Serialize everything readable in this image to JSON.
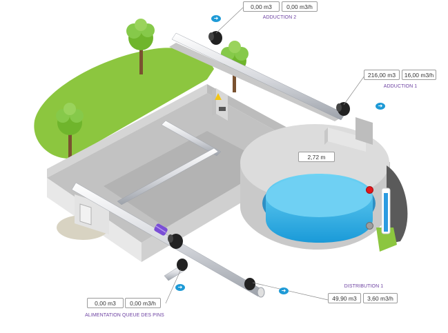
{
  "adduction_2": {
    "volume": "0,00 m3",
    "flow": "0,00 m3/h",
    "label": "ADDUCTION 2"
  },
  "adduction_1": {
    "volume": "216,00 m3",
    "flow": "16,00 m3/h",
    "label": "ADDUCTION 1"
  },
  "tank": {
    "level": "2,72 m"
  },
  "distribution_1": {
    "volume": "49,90 m3",
    "flow": "3,60 m3/h",
    "label": "DISTRIBUTION 1"
  },
  "alimentation": {
    "volume": "0,00 m3",
    "flow": "0,00 m3/h",
    "label": "ALIMENTATION QUEUE DES PINS"
  },
  "icons": {
    "flow_button": "arrow-icon",
    "high_level": "high-level-indicator",
    "low_level": "low-level-indicator"
  },
  "colors": {
    "water": "#2fb4e8",
    "grass": "#8cc63f",
    "accent_label": "#6b3fa0",
    "flow_button": "#1e9ad6",
    "high_alarm": "#e3161b",
    "low_alarm": "#9e9e9e"
  }
}
